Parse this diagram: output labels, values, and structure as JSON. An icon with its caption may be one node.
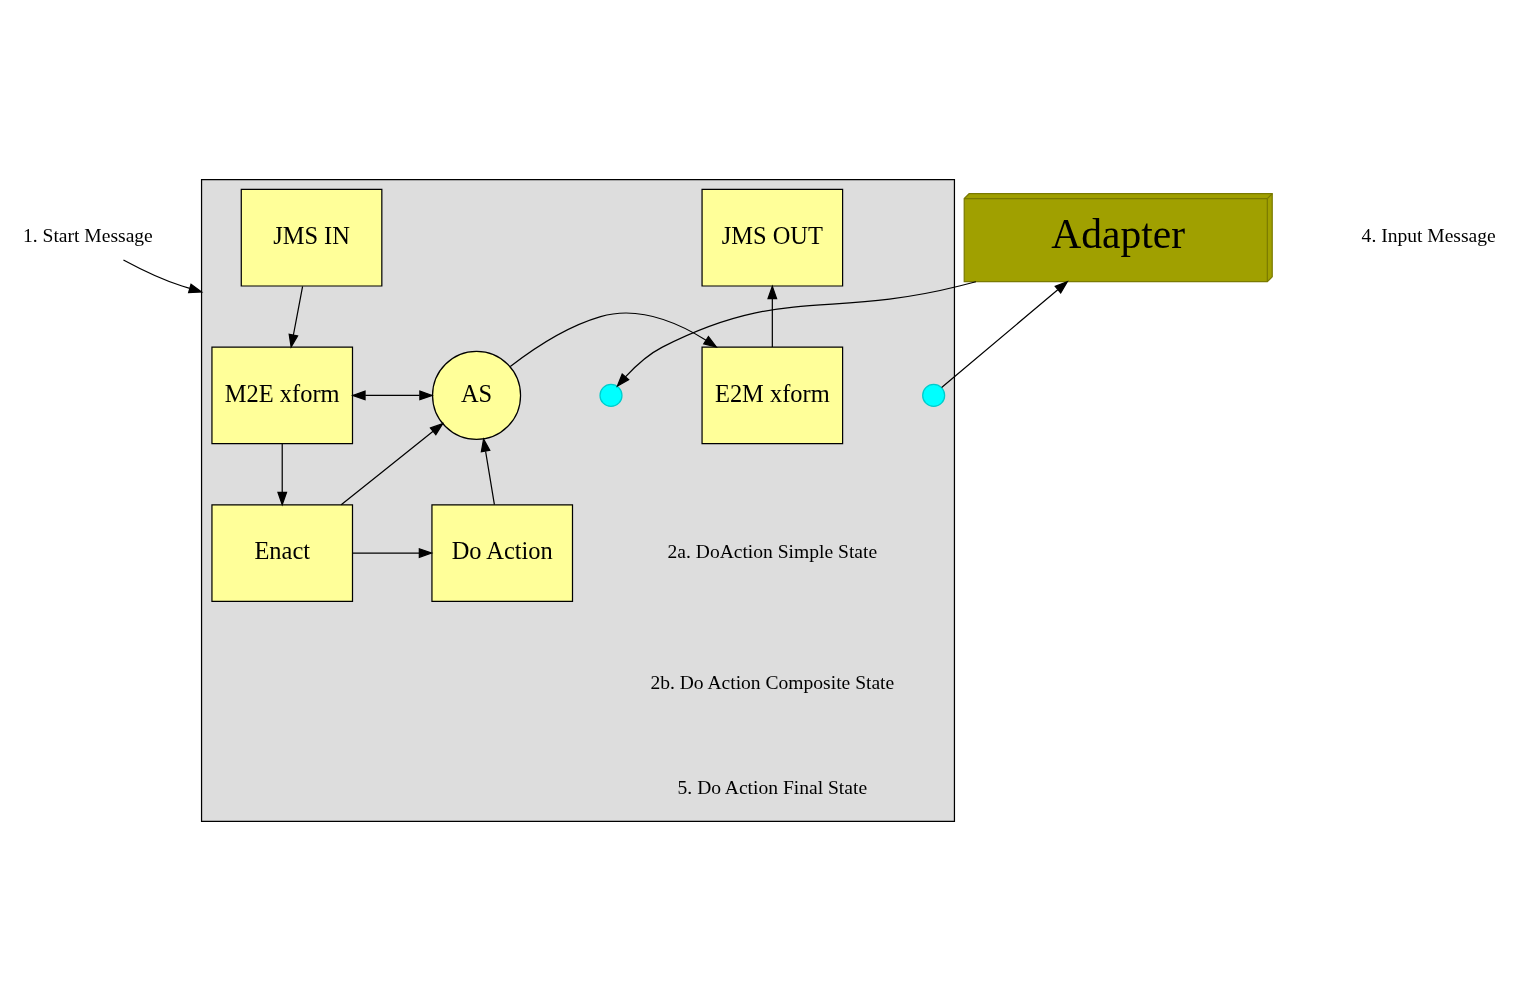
{
  "diagram": {
    "nodes": [
      {
        "text": [
          "1. Start Message"
        ]
      },
      {
        "text": [
          "Adapter"
        ]
      },
      {
        "text": [],
        "shape": "box"
      },
      {
        "text": [],
        "shape": "circle",
        "in": 2
      },
      {
        "text": [],
        "shape": "circle",
        "in": 2
      },
      {
        "text": [
          "JMS IN"
        ],
        "in": 2
      },
      {
        "text": [
          "JMS OUT"
        ],
        "in": 2
      },
      {
        "text": [
          "M2E xform"
        ],
        "in": 2
      },
      {
        "text": [
          "AS"
        ],
        "in": 2
      },
      {
        "text": [
          "E2M xform"
        ],
        "in": 2
      },
      {
        "text": [
          "Enact"
        ],
        "in": 2
      },
      {
        "text": [
          "Do Action"
        ],
        "in": 2
      }
    ],
    "edges": [
      {
        "from": 0,
        "to": 2,
        "arrow": "to"
      },
      {
        "from": 1,
        "to": 3,
        "arrow": "to"
      },
      {
        "from": 4,
        "to": 1,
        "arrow": "to"
      },
      {
        "from": 5,
        "to": 7,
        "arrow": "to"
      },
      {
        "from": 9,
        "to": 6,
        "arrow": "to"
      },
      {
        "from": 7,
        "to": 8,
        "arrow": "both"
      },
      {
        "from": 8,
        "to": 9,
        "arrow": "to"
      },
      {
        "from": 7,
        "to": 10,
        "arrow": "to"
      },
      {
        "from": 10,
        "to": 8,
        "arrow": "to"
      },
      {
        "from": 10,
        "to": 11,
        "arrow": "to"
      },
      {
        "from": 11,
        "to": 8,
        "arrow": "to"
      }
    ],
    "labels": [
      "4. Input Message",
      "2a. DoAction Simple State",
      "2b. Do Action Composite State",
      "5. Do Action Final State"
    ]
  }
}
